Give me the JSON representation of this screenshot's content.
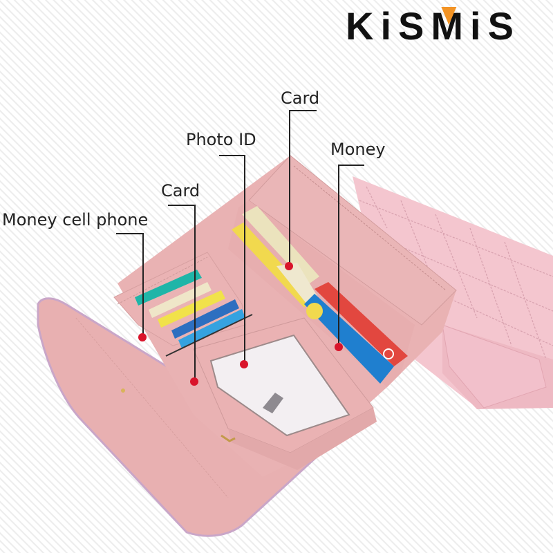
{
  "brand": {
    "logo_text_parts": [
      "KiS",
      "M",
      "iS"
    ],
    "logo_full": "KiSMiS",
    "accent_color": "#f39425"
  },
  "callouts": [
    {
      "id": "card-top",
      "label": "Card"
    },
    {
      "id": "photo-id",
      "label": "Photo ID"
    },
    {
      "id": "money-right",
      "label": "Money"
    },
    {
      "id": "card-left",
      "label": "Card"
    },
    {
      "id": "money-cell-phone",
      "label": "Money cell phone"
    }
  ],
  "colors": {
    "wallet_pink": "#e9b4b4",
    "wallet_light_pink": "#f6cfd6",
    "marker_red": "#d9142b",
    "leader_line": "#222222"
  },
  "product": {
    "description": "Open pink long wallet with card slots, ID window and zipper pocket, plus a quilted closed wallet behind",
    "card_colors": [
      "#1fb5a8",
      "#efe6c8",
      "#f1e24a",
      "#2d7fd0",
      "#35a2e0",
      "#e9e3b0",
      "#f3d84a",
      "#e0463e",
      "#1e7fd0"
    ]
  }
}
